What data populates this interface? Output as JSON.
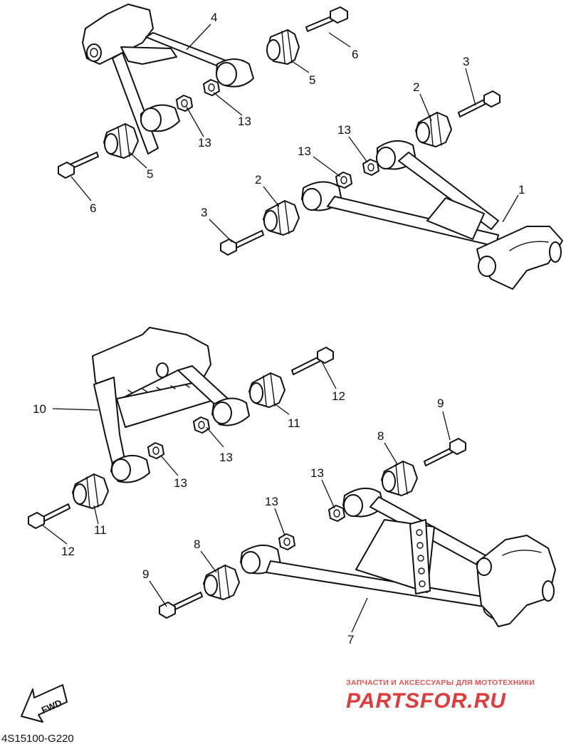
{
  "diagram": {
    "callouts": {
      "upper": {
        "arm_front_upper": "4",
        "bolt_a": "6",
        "bushing_a": "5",
        "nut_a": "13",
        "nut_b": "13",
        "bushing_b": "5",
        "bolt_b": "6",
        "bolt_c": "3",
        "bushing_c": "2",
        "nut_c": "13",
        "nut_d": "13",
        "arm_front_lower": "1",
        "bushing_d": "2",
        "bolt_d": "3"
      },
      "lower": {
        "arm_rear_upper": "10",
        "bolt_e": "12",
        "bushing_e": "11",
        "nut_e": "13",
        "nut_f": "13",
        "bushing_f": "11",
        "bolt_f": "12",
        "bolt_g": "9",
        "bushing_g": "8",
        "nut_g": "13",
        "nut_h": "13",
        "bushing_h": "8",
        "bolt_h": "9",
        "arm_rear_lower": "7"
      }
    },
    "diagram_code": "4S15100-G220",
    "fwd_label": "FWD"
  },
  "watermark": {
    "tagline": "ЗАПЧАСТИ И АКСЕССУАРЫ ДЛЯ МОТОТЕХНИКИ",
    "brand": "PARTSFOR.RU",
    "color": "#e03b3b"
  }
}
